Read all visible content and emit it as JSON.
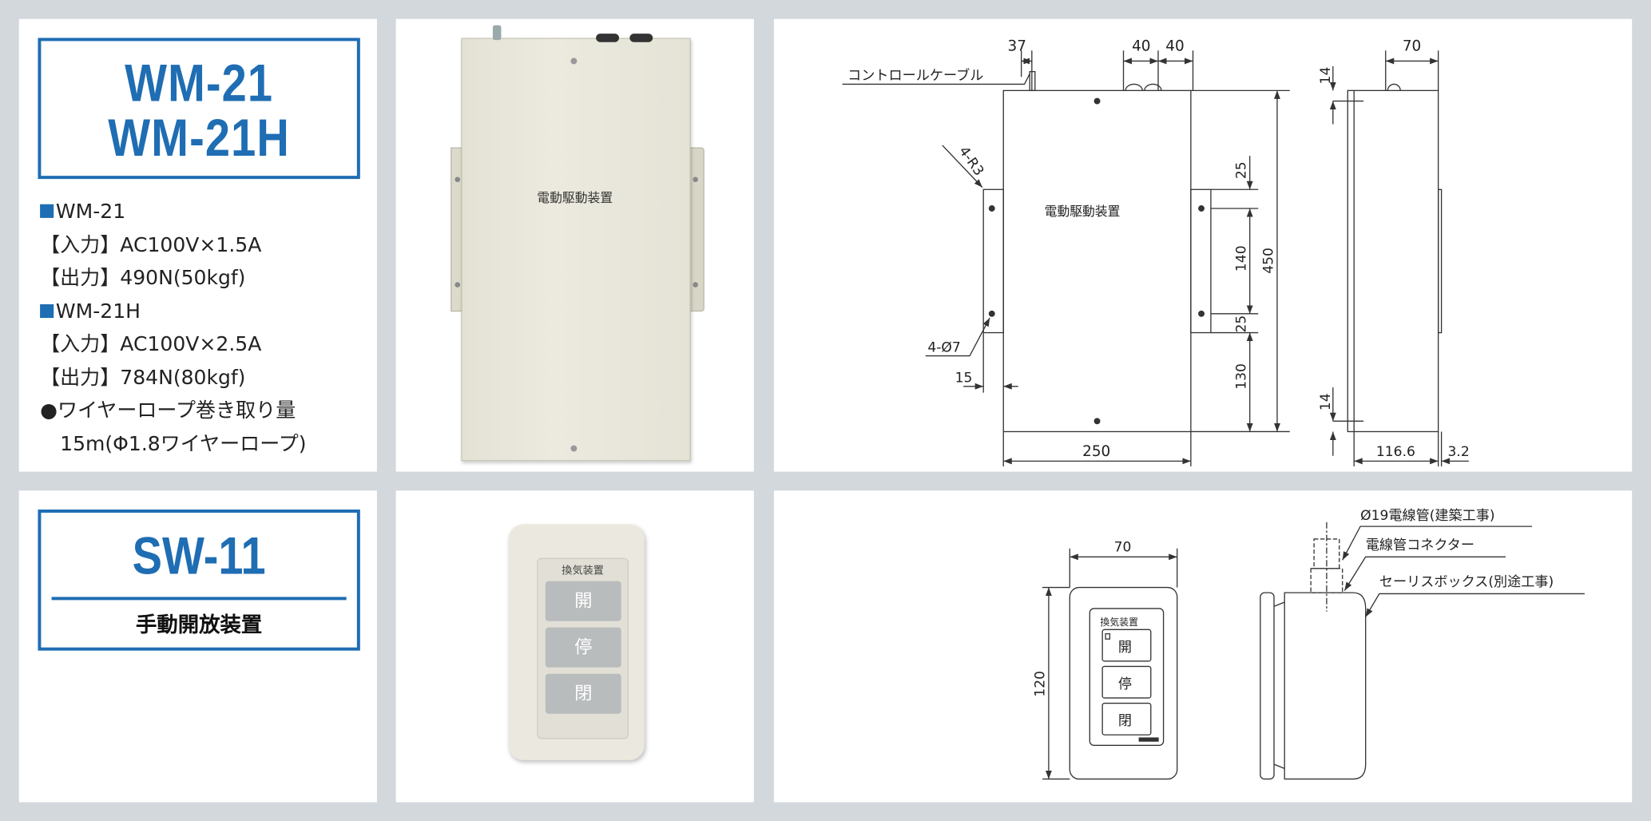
{
  "wm": {
    "title_line1": "WM-21",
    "title_line2": "WM-21H",
    "specs": [
      {
        "type": "model",
        "text": "WM-21"
      },
      {
        "type": "line",
        "text": "【入力】AC100V×1.5A"
      },
      {
        "type": "line",
        "text": "【出力】490N(50kgf)"
      },
      {
        "type": "model",
        "text": "WM-21H"
      },
      {
        "type": "line",
        "text": "【入力】AC100V×2.5A"
      },
      {
        "type": "line",
        "text": "【出力】784N(80kgf)"
      },
      {
        "type": "bullet",
        "text": "●ワイヤーロープ巻き取り量"
      },
      {
        "type": "line",
        "text": "　15m(Φ1.8ワイヤーロープ)"
      }
    ],
    "photo_label": "電動駆動装置",
    "drawing": {
      "cable_label": "コントロールケーブル",
      "device_label": "電動駆動装置",
      "corner_radius": "4-R3",
      "hole_label": "4-Ø7",
      "dims": {
        "cable_offset": "37",
        "knockout_1": "40",
        "knockout_2": "40",
        "flange": "15",
        "width": "250",
        "height": "450",
        "top_to_hole": "25",
        "hole_span": "140",
        "hole_to_flange": "25",
        "bottom": "130",
        "side_knockout": "70",
        "side_top": "14",
        "side_bottom": "14",
        "depth": "116.6",
        "flange_thickness": "3.2"
      }
    }
  },
  "sw": {
    "title": "SW-11",
    "subtitle": "手動開放装置",
    "photo": {
      "label": "換気装置",
      "buttons": [
        "開",
        "停",
        "閉"
      ]
    },
    "drawing": {
      "label": "換気装置",
      "buttons": [
        "開",
        "停",
        "閉"
      ],
      "width": "70",
      "height": "120",
      "conduit_label": "Ø19電線管(建築工事)",
      "connector_label": "電線管コネクター",
      "box_label": "セーリスボックス(別途工事)"
    }
  }
}
